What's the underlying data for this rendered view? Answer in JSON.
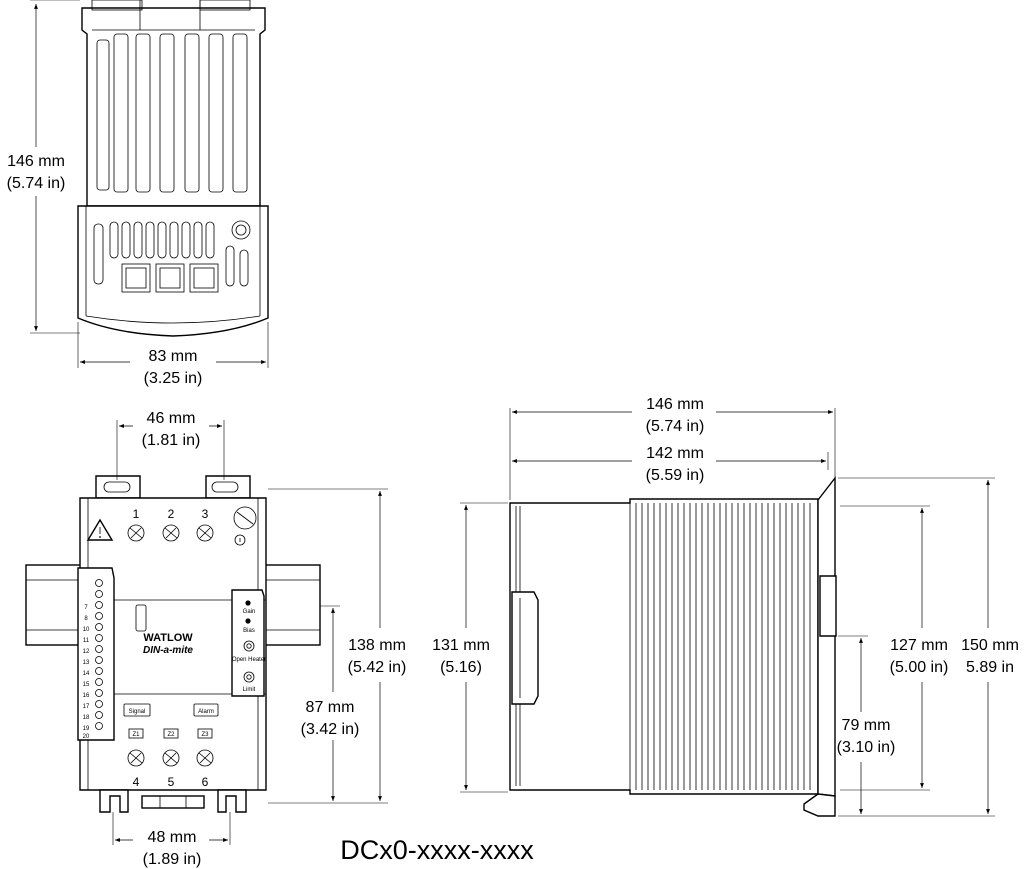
{
  "title": "DCx0-xxxx-xxxx",
  "top_view": {
    "height_mm": "146 mm",
    "height_in": "(5.74 in)",
    "width_mm": "83 mm",
    "width_in": "(3.25 in)"
  },
  "front_view": {
    "tab_spacing_mm": "46 mm",
    "tab_spacing_in": "(1.81 in)",
    "bottom_spacing_mm": "48 mm",
    "bottom_spacing_in": "(1.89 in)",
    "height_mm": "138 mm",
    "height_in": "(5.42 in)",
    "rail_height_mm": "87 mm",
    "rail_height_in": "(3.42 in)",
    "top_terminals": [
      "1",
      "2",
      "3"
    ],
    "bottom_terminals": [
      "4",
      "5",
      "6"
    ],
    "connector_pins": [
      "7",
      "8",
      "10",
      "11",
      "12",
      "13",
      "14",
      "15",
      "16",
      "17",
      "18",
      "19",
      "20"
    ],
    "led_labels": [
      "Gain",
      "Bias",
      "Open Heater",
      "Limit"
    ],
    "button_labels": [
      "Signal",
      "Alarm"
    ],
    "zone_labels": [
      "Z1",
      "Z2",
      "Z3"
    ],
    "brand": "WATLOW",
    "product": "DIN-a-mite"
  },
  "side_view": {
    "overall_depth_mm": "146 mm",
    "overall_depth_in": "(5.74 in)",
    "body_depth_mm": "142 mm",
    "body_depth_in": "(5.59 in)",
    "body_height_mm": "131 mm",
    "body_height_in": "(5.16)",
    "height_127_mm": "127 mm",
    "height_127_in": "(5.00 in)",
    "height_150_mm": "150 mm",
    "height_150_in": "5.89 in",
    "height_79_mm": "79 mm",
    "height_79_in": "(3.10 in)"
  }
}
